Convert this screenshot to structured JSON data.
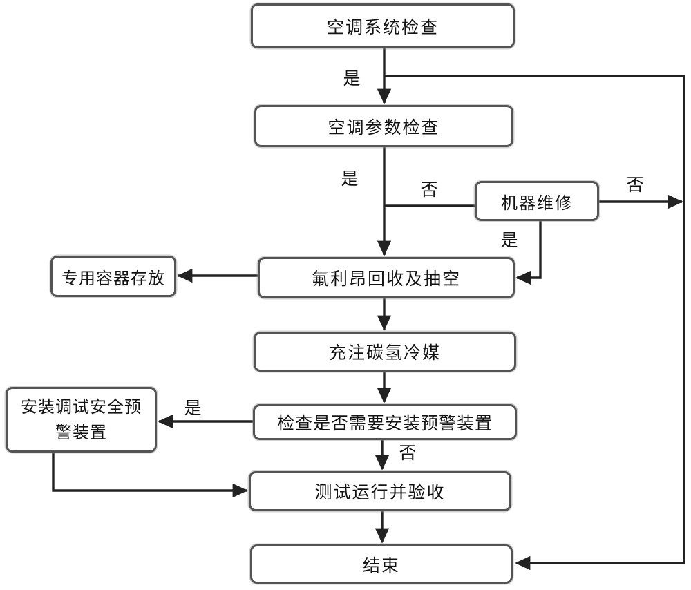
{
  "diagram": {
    "type": "flowchart",
    "nodes": {
      "check_system": {
        "label": "空调系统检查"
      },
      "check_params": {
        "label": "空调参数检查"
      },
      "machine_repair": {
        "label": "机器维修"
      },
      "container_storage": {
        "label": "专用容器存放"
      },
      "freon_recovery": {
        "label": "氟利昂回收及抽空"
      },
      "charge_refrigerant": {
        "label": "充注碳氢冷媒"
      },
      "install_warning": {
        "label": "安装调试安全预警装置",
        "lines": [
          "安装调试安全预",
          "警装置"
        ]
      },
      "check_warning_needed": {
        "label": "检查是否需要安装预警装置"
      },
      "test_run": {
        "label": "测试运行并验收"
      },
      "end": {
        "label": "结束"
      }
    },
    "edge_labels": {
      "system_yes": "是",
      "params_yes": "是",
      "params_no": "否",
      "repair_no": "否",
      "repair_yes": "是",
      "warning_yes": "是",
      "warning_no": "否"
    },
    "colors": {
      "background": "#ffffff",
      "box_border": "#545454",
      "line": "#222222",
      "text": "#131313"
    }
  }
}
